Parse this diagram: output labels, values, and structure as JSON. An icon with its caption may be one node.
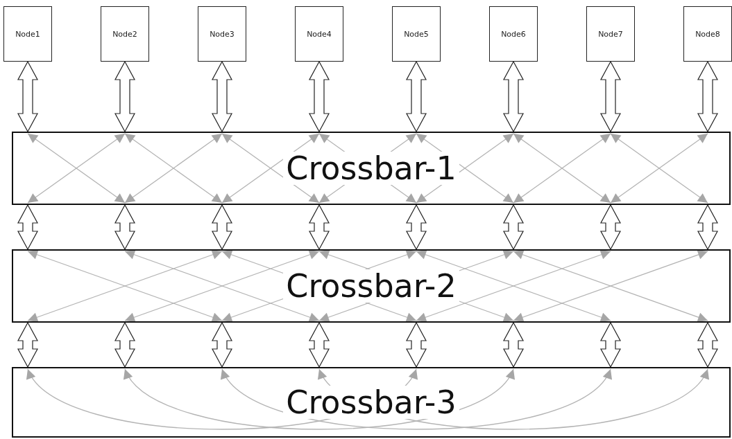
{
  "diagram": {
    "nodes": [
      {
        "text": [
          "Node1"
        ]
      },
      {
        "text": [
          "Node2"
        ]
      },
      {
        "text": [
          "Node3"
        ]
      },
      {
        "text": [
          "Node4"
        ]
      },
      {
        "text": [
          "Node5"
        ]
      },
      {
        "text": [
          "Node6"
        ]
      },
      {
        "text": [
          "Node7"
        ]
      },
      {
        "text": [
          "Node8"
        ]
      },
      {
        "text": [
          "Crossbar-1"
        ]
      },
      {
        "text": [
          "Crossbar-2"
        ]
      },
      {
        "text": [
          "Crossbar-3"
        ]
      }
    ],
    "edges": [
      {
        "from": 0,
        "to": 8,
        "arrow": "both"
      },
      {
        "from": 1,
        "to": 8,
        "arrow": "both"
      },
      {
        "from": 2,
        "to": 8,
        "arrow": "both"
      },
      {
        "from": 3,
        "to": 8,
        "arrow": "both"
      },
      {
        "from": 4,
        "to": 8,
        "arrow": "both"
      },
      {
        "from": 5,
        "to": 8,
        "arrow": "both"
      },
      {
        "from": 6,
        "to": 8,
        "arrow": "both"
      },
      {
        "from": 7,
        "to": 8,
        "arrow": "both"
      },
      {
        "from": 8,
        "to": 9,
        "arrow": "both"
      },
      {
        "from": 8,
        "to": 9,
        "arrow": "both"
      },
      {
        "from": 8,
        "to": 9,
        "arrow": "both"
      },
      {
        "from": 8,
        "to": 9,
        "arrow": "both"
      },
      {
        "from": 8,
        "to": 9,
        "arrow": "both"
      },
      {
        "from": 8,
        "to": 9,
        "arrow": "both"
      },
      {
        "from": 8,
        "to": 9,
        "arrow": "both"
      },
      {
        "from": 8,
        "to": 9,
        "arrow": "both"
      },
      {
        "from": 9,
        "to": 10,
        "arrow": "both"
      },
      {
        "from": 9,
        "to": 10,
        "arrow": "both"
      },
      {
        "from": 9,
        "to": 10,
        "arrow": "both"
      },
      {
        "from": 9,
        "to": 10,
        "arrow": "both"
      },
      {
        "from": 9,
        "to": 10,
        "arrow": "both"
      },
      {
        "from": 9,
        "to": 10,
        "arrow": "both"
      },
      {
        "from": 9,
        "to": 10,
        "arrow": "both"
      },
      {
        "from": 9,
        "to": 10,
        "arrow": "both"
      }
    ]
  }
}
